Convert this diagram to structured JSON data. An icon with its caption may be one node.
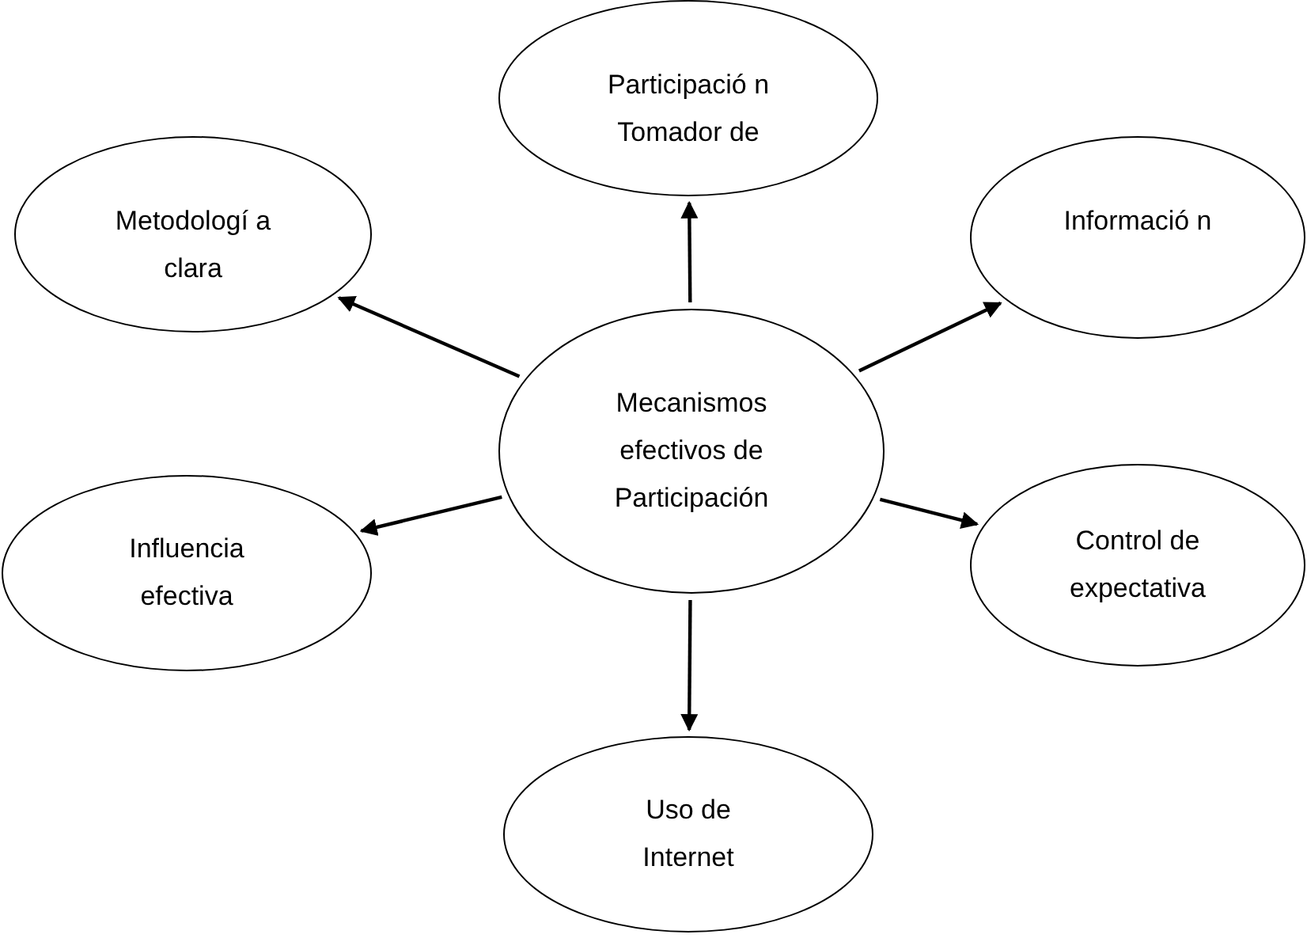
{
  "diagram": {
    "nodes": [
      {
        "text": [
          "Participació n Tomador de"
        ]
      },
      {
        "text": [
          "Metodologí a clara"
        ]
      },
      {
        "text": [
          "Informació n"
        ]
      },
      {
        "text": [
          "Mecanismos efectivos de Participación"
        ]
      },
      {
        "text": [
          "Influencia efectiva"
        ]
      },
      {
        "text": [
          "Control de expectativa"
        ]
      },
      {
        "text": [
          "Uso de Internet"
        ]
      }
    ],
    "edges": [
      {
        "from": 3,
        "to": 0,
        "arrow": "to"
      },
      {
        "from": 3,
        "to": 1,
        "arrow": "to"
      },
      {
        "from": 3,
        "to": 2,
        "arrow": "to"
      },
      {
        "from": 3,
        "to": 4,
        "arrow": "to"
      },
      {
        "from": 3,
        "to": 5,
        "arrow": "to"
      },
      {
        "from": 3,
        "to": 6,
        "arrow": "to"
      }
    ]
  }
}
